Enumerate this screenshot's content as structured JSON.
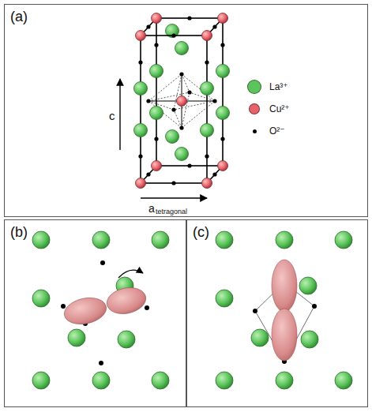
{
  "diagram": {
    "nodes": [
      {
        "text": [
          "(a)"
        ]
      },
      {
        "text": [
          "(b)"
        ]
      },
      {
        "text": [
          "(c)"
        ]
      }
    ],
    "labels": [
      "c",
      "a",
      "tetragonal"
    ],
    "legend": [
      {
        "text": "La³⁺",
        "color": "#5cc45c"
      },
      {
        "text": "Cu²⁺",
        "color": "#e8626a"
      },
      {
        "text": "O²⁻",
        "color": "#000000"
      }
    ]
  }
}
